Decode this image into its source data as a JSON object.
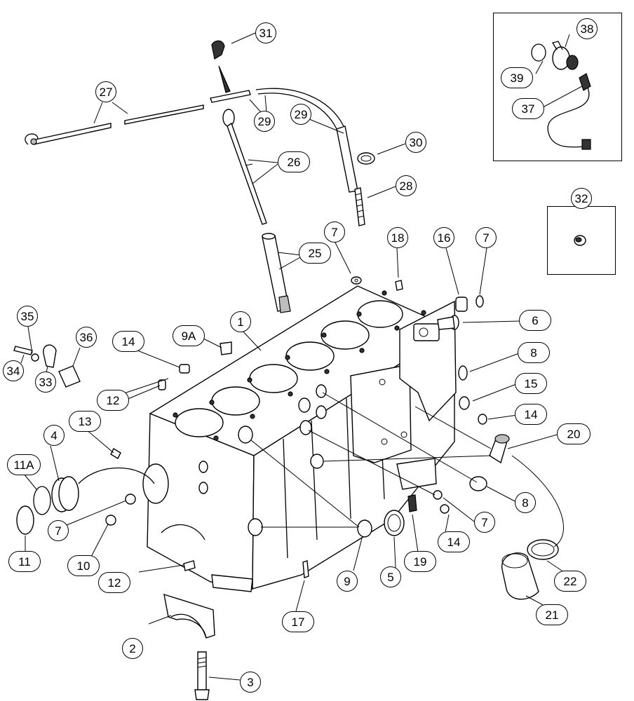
{
  "callouts": [
    {
      "id": "c-31",
      "text": "31"
    },
    {
      "id": "c-27",
      "text": "27"
    },
    {
      "id": "c-29a",
      "text": "29"
    },
    {
      "id": "c-29b",
      "text": "29"
    },
    {
      "id": "c-30",
      "text": "30"
    },
    {
      "id": "c-26",
      "text": "26"
    },
    {
      "id": "c-28",
      "text": "28"
    },
    {
      "id": "c-25",
      "text": "25"
    },
    {
      "id": "c-7a",
      "text": "7"
    },
    {
      "id": "c-18",
      "text": "18"
    },
    {
      "id": "c-16",
      "text": "16"
    },
    {
      "id": "c-7b",
      "text": "7"
    },
    {
      "id": "c-6",
      "text": "6"
    },
    {
      "id": "c-35",
      "text": "35"
    },
    {
      "id": "c-36",
      "text": "36"
    },
    {
      "id": "c-34",
      "text": "34"
    },
    {
      "id": "c-33",
      "text": "33"
    },
    {
      "id": "c-14a",
      "text": "14"
    },
    {
      "id": "c-9A",
      "text": "9A"
    },
    {
      "id": "c-1",
      "text": "1"
    },
    {
      "id": "c-8a",
      "text": "8"
    },
    {
      "id": "c-12a",
      "text": "12"
    },
    {
      "id": "c-15",
      "text": "15"
    },
    {
      "id": "c-14b",
      "text": "14"
    },
    {
      "id": "c-13",
      "text": "13"
    },
    {
      "id": "c-20",
      "text": "20"
    },
    {
      "id": "c-4",
      "text": "4"
    },
    {
      "id": "c-11A",
      "text": "11A"
    },
    {
      "id": "c-8b",
      "text": "8"
    },
    {
      "id": "c-7c",
      "text": "7"
    },
    {
      "id": "c-7d",
      "text": "7"
    },
    {
      "id": "c-14c",
      "text": "14"
    },
    {
      "id": "c-10",
      "text": "10"
    },
    {
      "id": "c-11",
      "text": "11"
    },
    {
      "id": "c-19",
      "text": "19"
    },
    {
      "id": "c-22",
      "text": "22"
    },
    {
      "id": "c-12b",
      "text": "12"
    },
    {
      "id": "c-9",
      "text": "9"
    },
    {
      "id": "c-5",
      "text": "5"
    },
    {
      "id": "c-21",
      "text": "21"
    },
    {
      "id": "c-17",
      "text": "17"
    },
    {
      "id": "c-2",
      "text": "2"
    },
    {
      "id": "c-3",
      "text": "3"
    },
    {
      "id": "c-38",
      "text": "38"
    },
    {
      "id": "c-39",
      "text": "39"
    },
    {
      "id": "c-37",
      "text": "37"
    },
    {
      "id": "c-32",
      "text": "32"
    }
  ]
}
